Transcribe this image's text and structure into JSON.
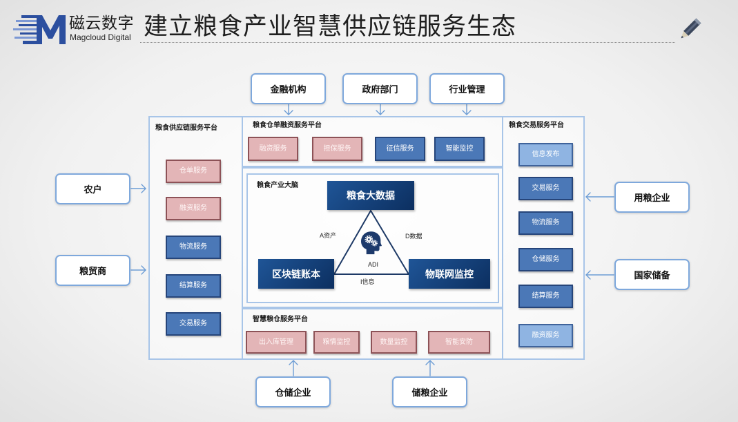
{
  "header": {
    "logo": {
      "mark": "M",
      "name": "磁云数字",
      "name_en": "Magcloud Digital",
      "icon": "magcloud-logo-icon"
    },
    "title": "建立粮食产业智慧供应链服务生态",
    "edit_icon": "pencil-icon"
  },
  "stakeholders": {
    "top": [
      {
        "label": "金融机构"
      },
      {
        "label": "政府部门"
      },
      {
        "label": "行业管理"
      }
    ],
    "left": [
      {
        "label": "农户"
      },
      {
        "label": "粮贸商"
      }
    ],
    "right": [
      {
        "label": "用粮企业"
      },
      {
        "label": "国家储备"
      }
    ],
    "bottom": [
      {
        "label": "仓储企业"
      },
      {
        "label": "储粮企业"
      }
    ]
  },
  "platforms": {
    "supply_chain": {
      "title": "粮食供应链服务平台",
      "services": [
        {
          "label": "仓单服务",
          "tone": "pink"
        },
        {
          "label": "融资服务",
          "tone": "pink"
        },
        {
          "label": "物流服务",
          "tone": "blue"
        },
        {
          "label": "结算服务",
          "tone": "blue"
        },
        {
          "label": "交易服务",
          "tone": "blue"
        }
      ]
    },
    "receipt_finance": {
      "title": "粮食仓单融资服务平台",
      "services": [
        {
          "label": "融资服务",
          "tone": "pink"
        },
        {
          "label": "担保服务",
          "tone": "pink"
        },
        {
          "label": "征信服务",
          "tone": "blue"
        },
        {
          "label": "智能监控",
          "tone": "blue"
        }
      ]
    },
    "industry_brain": {
      "title": "粮食产业大脑",
      "nodes": {
        "big_data": "粮食大数据",
        "blockchain": "区块链账本",
        "iot": "物联网监控"
      },
      "edges": {
        "asset": "A资产",
        "data": "D数据",
        "info": "I信息"
      },
      "core": {
        "label": "ADI",
        "icon": "brain-gears-icon"
      }
    },
    "smart_granary": {
      "title": "智慧粮仓服务平台",
      "services": [
        {
          "label": "出入库管理",
          "tone": "pink"
        },
        {
          "label": "粮情监控",
          "tone": "pink"
        },
        {
          "label": "数量监控",
          "tone": "pink"
        },
        {
          "label": "智能安防",
          "tone": "pink"
        }
      ]
    },
    "trading": {
      "title": "粮食交易服务平台",
      "services": [
        {
          "label": "信息发布",
          "tone": "lightblue"
        },
        {
          "label": "交易服务",
          "tone": "blue"
        },
        {
          "label": "物流服务",
          "tone": "blue"
        },
        {
          "label": "仓储服务",
          "tone": "blue"
        },
        {
          "label": "结算服务",
          "tone": "blue"
        },
        {
          "label": "融资服务",
          "tone": "lightblue"
        }
      ]
    }
  },
  "colors": {
    "brand": "#2c4f9f",
    "brand_light": "#7c98d4",
    "text": "#1f1f1f",
    "frame_border": "#a8c5e8",
    "stakeholder_border": "#7ea8dc",
    "arrow": "#6d9dd5",
    "node_top": "#1f5597",
    "node_bottom": "#0c2f60",
    "triangle": "#1e3a66",
    "brain": "#1d3a6b",
    "pencil": "#3b475c",
    "tones": {
      "pink": {
        "fill": "#e3b5b7",
        "border": "#8d5257",
        "text": "#fff6f6"
      },
      "blue": {
        "fill": "#4b78b7",
        "border": "#26457a",
        "text": "#ffffff"
      },
      "lightblue": {
        "fill": "#8fb4e2",
        "border": "#3f639b",
        "text": "#ffffff"
      }
    }
  }
}
